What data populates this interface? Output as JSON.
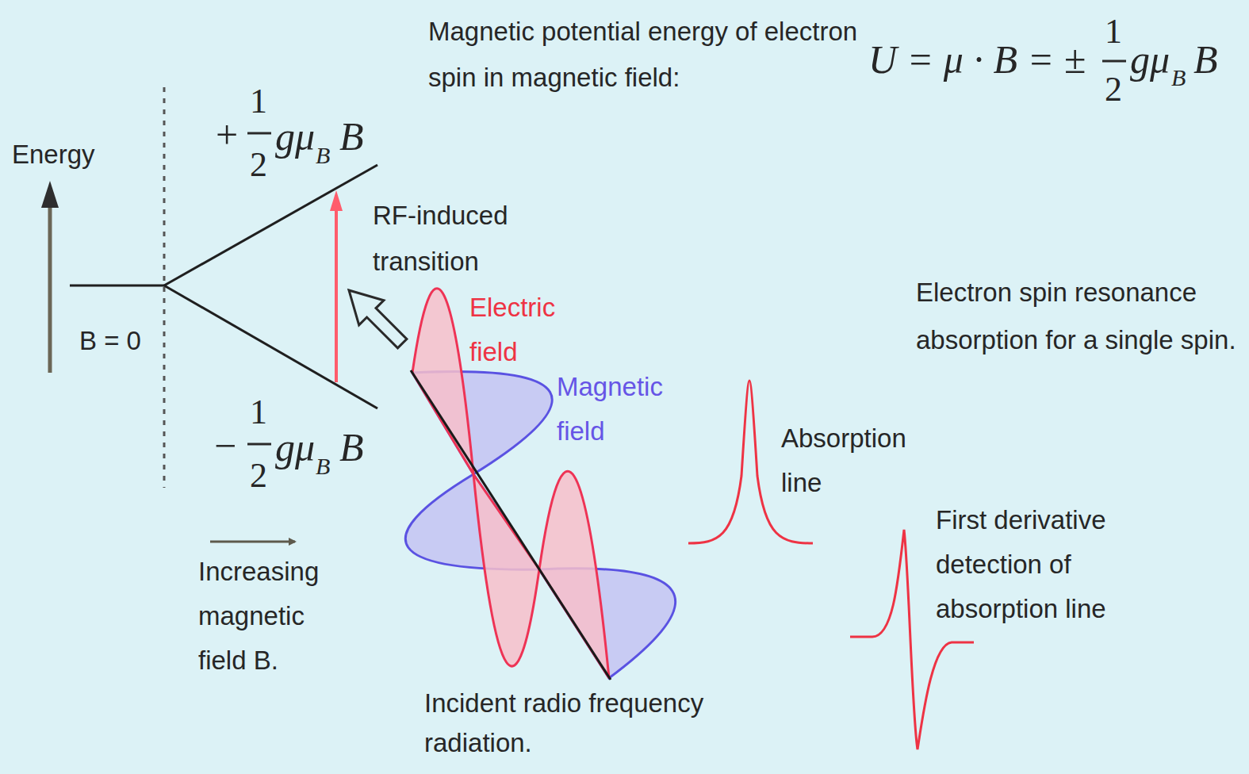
{
  "diagram": {
    "labels": [
      "Magnetic potential energy of electron spin in magnetic field:",
      "U = μ · B = ±",
      "1",
      "2",
      "gμ",
      "B",
      "B",
      "Energy",
      "+",
      "1",
      "2",
      "gμ",
      "B",
      "B",
      "RF-induced transition",
      "Electron spin resonance absorption for a single spin.",
      "Electric field",
      "Magnetic field",
      "B = 0",
      "−",
      "1",
      "2",
      "gμ",
      "B",
      "B",
      "Absorption line",
      "First derivative detection of absorption line",
      "Increasing magnetic field B.",
      "Incident radio frequency radiation."
    ]
  }
}
